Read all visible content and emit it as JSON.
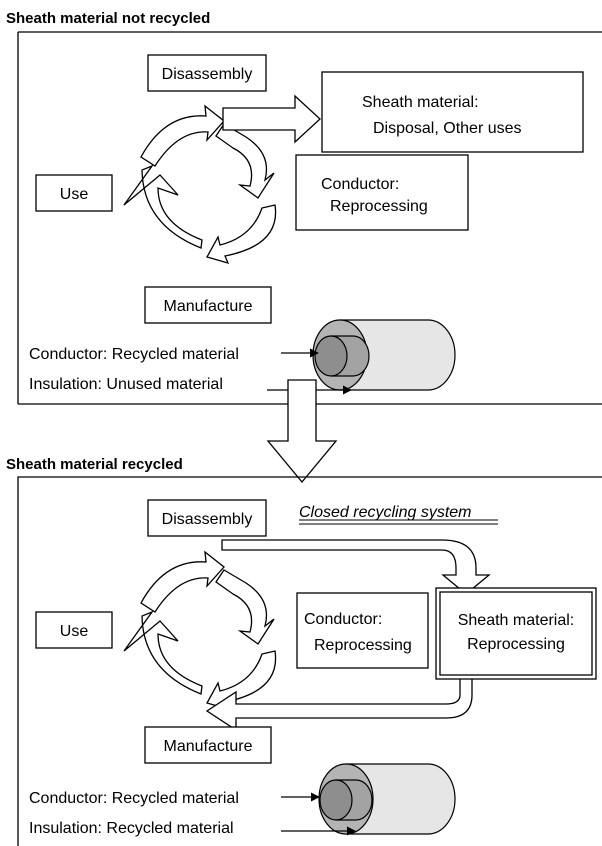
{
  "top": {
    "heading": "Sheath material not recycled",
    "disassembly": "Disassembly",
    "use": "Use",
    "manufacture": "Manufacture",
    "sheath_line1": "Sheath material:",
    "sheath_line2": "Disposal, Other uses",
    "conductor_line1": "Conductor:",
    "conductor_line2": "Reprocessing",
    "legend_conductor": "Conductor: Recycled material",
    "legend_insulation": "Insulation: Unused material"
  },
  "bottom": {
    "heading": "Sheath material recycled",
    "disassembly": "Disassembly",
    "closed_system": "Closed recycling system",
    "use": "Use",
    "manufacture": "Manufacture",
    "conductor_line1": "Conductor:",
    "conductor_line2": "Reprocessing",
    "sheath_line1": "Sheath material:",
    "sheath_line2": "Reprocessing",
    "legend_conductor": "Conductor: Recycled material",
    "legend_insulation": "Insulation: Recycled material"
  },
  "colors": {
    "cable_outer": "#e6e6e6",
    "cable_inner_ring": "#b4b4b4",
    "cable_core": "#8e8e8e"
  }
}
